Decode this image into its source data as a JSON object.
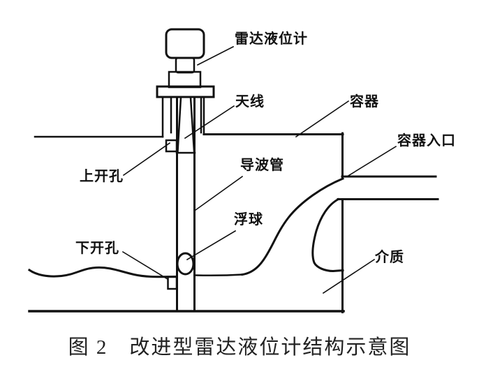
{
  "figure": {
    "caption": "图 2　改进型雷达液位计结构示意图",
    "labels": {
      "radar_gauge": "雷达液位计",
      "antenna": "天线",
      "vessel": "容器",
      "vessel_inlet": "容器入口",
      "waveguide": "导波管",
      "float_ball": "浮球",
      "upper_opening": "上开孔",
      "lower_opening": "下开孔",
      "medium": "介质"
    },
    "colors": {
      "line": "#111111",
      "background": "#ffffff"
    }
  }
}
